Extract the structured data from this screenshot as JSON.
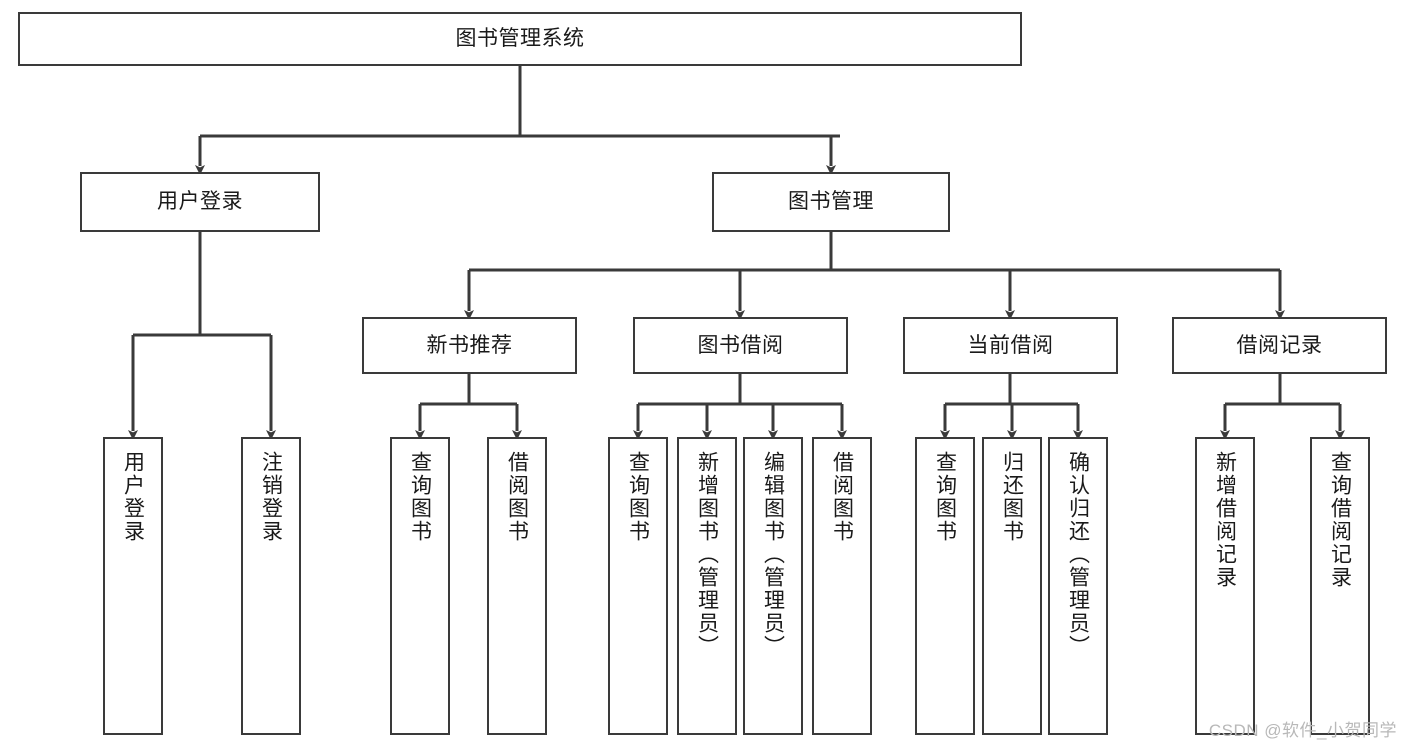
{
  "diagram": {
    "title": "图书管理系统",
    "watermark": "CSDN @软件_小贺同学",
    "colors": {
      "background": "#ffffff",
      "box_border": "#3a3a3a",
      "connector": "#3a3a3a",
      "text": "#1a1a1a",
      "watermark": "#b8b8b8"
    },
    "levels": {
      "root": {
        "label": "图书管理系统"
      },
      "level1": [
        {
          "id": "user-login",
          "label": "用户登录"
        },
        {
          "id": "book-management",
          "label": "图书管理"
        }
      ],
      "level2": [
        {
          "id": "new-book-recommend",
          "label": "新书推荐",
          "parent": "book-management"
        },
        {
          "id": "book-borrow",
          "label": "图书借阅",
          "parent": "book-management"
        },
        {
          "id": "current-borrow",
          "label": "当前借阅",
          "parent": "book-management"
        },
        {
          "id": "borrow-record",
          "label": "借阅记录",
          "parent": "book-management"
        }
      ],
      "leaves": [
        {
          "id": "leaf-user-login",
          "label": "用户登录",
          "parent": "user-login"
        },
        {
          "id": "leaf-logout",
          "label": "注销登录",
          "parent": "user-login"
        },
        {
          "id": "leaf-query-book-1",
          "label": "查询图书",
          "parent": "new-book-recommend"
        },
        {
          "id": "leaf-borrow-book-1",
          "label": "借阅图书",
          "parent": "new-book-recommend"
        },
        {
          "id": "leaf-query-book-2",
          "label": "查询图书",
          "parent": "book-borrow"
        },
        {
          "id": "leaf-add-book",
          "label": "新增图书（管理员）",
          "parent": "book-borrow"
        },
        {
          "id": "leaf-edit-book",
          "label": "编辑图书（管理员）",
          "parent": "book-borrow"
        },
        {
          "id": "leaf-borrow-book-2",
          "label": "借阅图书",
          "parent": "book-borrow"
        },
        {
          "id": "leaf-query-book-3",
          "label": "查询图书",
          "parent": "current-borrow"
        },
        {
          "id": "leaf-return-book",
          "label": "归还图书",
          "parent": "current-borrow"
        },
        {
          "id": "leaf-confirm-return",
          "label": "确认归还（管理员）",
          "parent": "current-borrow"
        },
        {
          "id": "leaf-add-record",
          "label": "新增借阅记录",
          "parent": "borrow-record"
        },
        {
          "id": "leaf-query-record",
          "label": "查询借阅记录",
          "parent": "borrow-record"
        }
      ]
    }
  }
}
